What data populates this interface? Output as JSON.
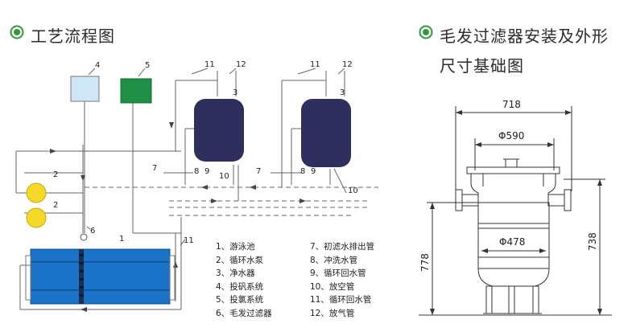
{
  "headings": {
    "process": "工艺流程图",
    "filter_line1": "毛发过滤器安装及外形",
    "filter_line2": "尺寸基础图"
  },
  "colors": {
    "bullet": "#2e9a3a",
    "pool": "#1a73c7",
    "tank": "#2f2f5e",
    "pump": "#f4d928",
    "box4": "#cfe6f5",
    "box5": "#1e8f45"
  },
  "labels": {
    "n1": "1",
    "n2a": "2",
    "n2b": "2",
    "n3a": "3",
    "n3b": "3",
    "n4": "4",
    "n5": "5",
    "n6": "6",
    "n7a": "7",
    "n7b": "7",
    "n8a": "8",
    "n8b": "8",
    "n9a": "9",
    "n9b": "9",
    "n10a": "10",
    "n10b": "10",
    "n11a": "11",
    "n11b": "11",
    "n11c": "11",
    "n12a": "12",
    "n12b": "12"
  },
  "legend_left": [
    "1、游泳池",
    "2、循环水泵",
    "3、净水器",
    "4、投矾系统",
    "5、投氯系统",
    "6、毛发过滤器"
  ],
  "legend_right": [
    "7、初滤水排出管",
    "8、冲洗水管",
    "9、循环回水管",
    "10、放空管",
    "11、循环回水管",
    "12、放气管"
  ],
  "dimensions": {
    "top_width": "718",
    "inner_width": "Φ590",
    "body_width": "Φ478",
    "right_height": "738",
    "left_height": "778"
  }
}
